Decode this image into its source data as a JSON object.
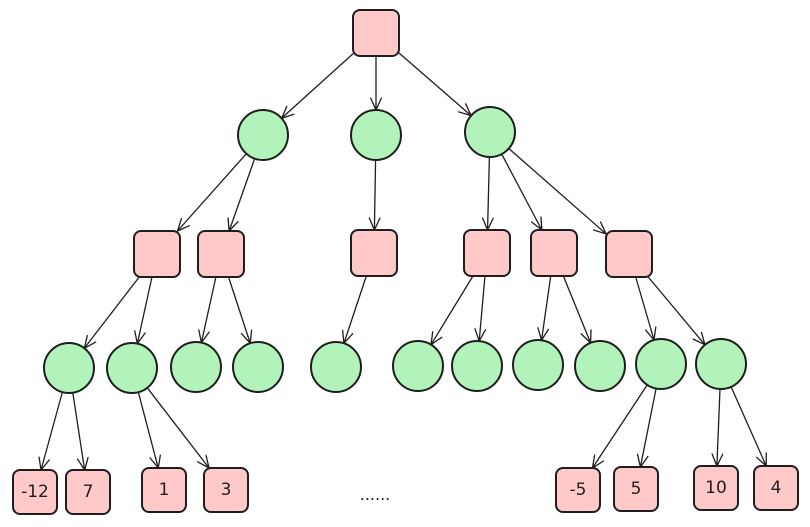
{
  "leaf_values": [
    "-12",
    "7",
    "1",
    "3",
    "-5",
    "5",
    "10",
    "4"
  ],
  "ellipsis": "......",
  "colors": {
    "max_node_fill": "#ffc9c9",
    "min_node_fill": "#b2f2bb",
    "stroke": "#1e1e1e"
  }
}
